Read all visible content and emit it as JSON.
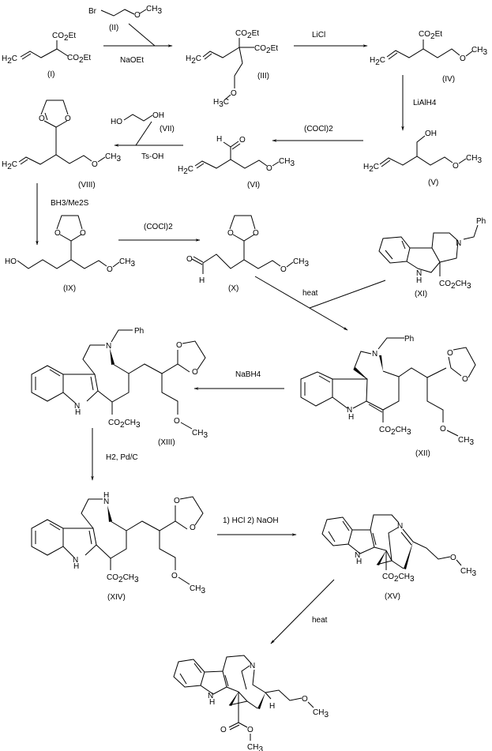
{
  "diagram": {
    "type": "reaction-scheme",
    "compounds": [
      {
        "id": "I",
        "label": "(I)",
        "groups": [
          "H2C",
          "CO2Et",
          "CO2Et"
        ]
      },
      {
        "id": "II",
        "label": "(II)",
        "groups": [
          "Br",
          "O",
          "CH3"
        ]
      },
      {
        "id": "III",
        "label": "(III)",
        "groups": [
          "H2C",
          "CO2Et",
          "CO2Et",
          "O",
          "H3C"
        ]
      },
      {
        "id": "IV",
        "label": "(IV)",
        "groups": [
          "H2C",
          "CO2Et",
          "O",
          "CH3"
        ]
      },
      {
        "id": "V",
        "label": "(V)",
        "groups": [
          "H2C",
          "OH",
          "O",
          "CH3"
        ]
      },
      {
        "id": "VI",
        "label": "(VI)",
        "groups": [
          "H2C",
          "H",
          "O",
          "O",
          "CH3"
        ]
      },
      {
        "id": "VII",
        "label": "(VII)",
        "groups": [
          "HO",
          "OH"
        ]
      },
      {
        "id": "VIII",
        "label": "(VIII)",
        "groups": [
          "H2C",
          "O",
          "O",
          "O",
          "CH3"
        ]
      },
      {
        "id": "IX",
        "label": "(IX)",
        "groups": [
          "HO",
          "O",
          "O",
          "O",
          "CH3"
        ]
      },
      {
        "id": "X",
        "label": "(X)",
        "groups": [
          "O",
          "H",
          "O",
          "O",
          "O",
          "CH3"
        ]
      },
      {
        "id": "XI",
        "label": "(XI)",
        "groups": [
          "Ph",
          "N",
          "N",
          "H",
          "CO2CH3"
        ]
      },
      {
        "id": "XII",
        "label": "(XII)",
        "groups": [
          "Ph",
          "N",
          "N",
          "H",
          "CO2CH3",
          "O",
          "O",
          "O",
          "CH3"
        ]
      },
      {
        "id": "XIII",
        "label": "(XIII)",
        "groups": [
          "Ph",
          "N",
          "N",
          "H",
          "CO2CH3",
          "O",
          "O",
          "O",
          "CH3"
        ]
      },
      {
        "id": "XIV",
        "label": "(XIV)",
        "groups": [
          "H",
          "N",
          "N",
          "H",
          "CO2CH3",
          "O",
          "O",
          "O",
          "CH3"
        ]
      },
      {
        "id": "XV",
        "label": "(XV)",
        "groups": [
          "N",
          "N",
          "H",
          "CO2CH3",
          "O",
          "CH3"
        ]
      },
      {
        "id": "XVI",
        "label": "",
        "groups": [
          "N",
          "N",
          "H",
          "H",
          "O",
          "O",
          "O",
          "CH3",
          "CH3"
        ]
      }
    ],
    "reagents": {
      "r1_top": "(II)",
      "r1_bottom": "NaOEt",
      "r2": "LiCl",
      "r3": "LiAlH4",
      "r4": "(COCl)2",
      "r5_top": "(VII)",
      "r5_bottom": "Ts-OH",
      "r6": "BH3/Me2S",
      "r7": "(COCl)2",
      "r8": "heat",
      "r9": "NaBH4",
      "r10": "H2, Pd/C",
      "r11": "1) HCl  2) NaOH",
      "r12": "heat"
    }
  }
}
